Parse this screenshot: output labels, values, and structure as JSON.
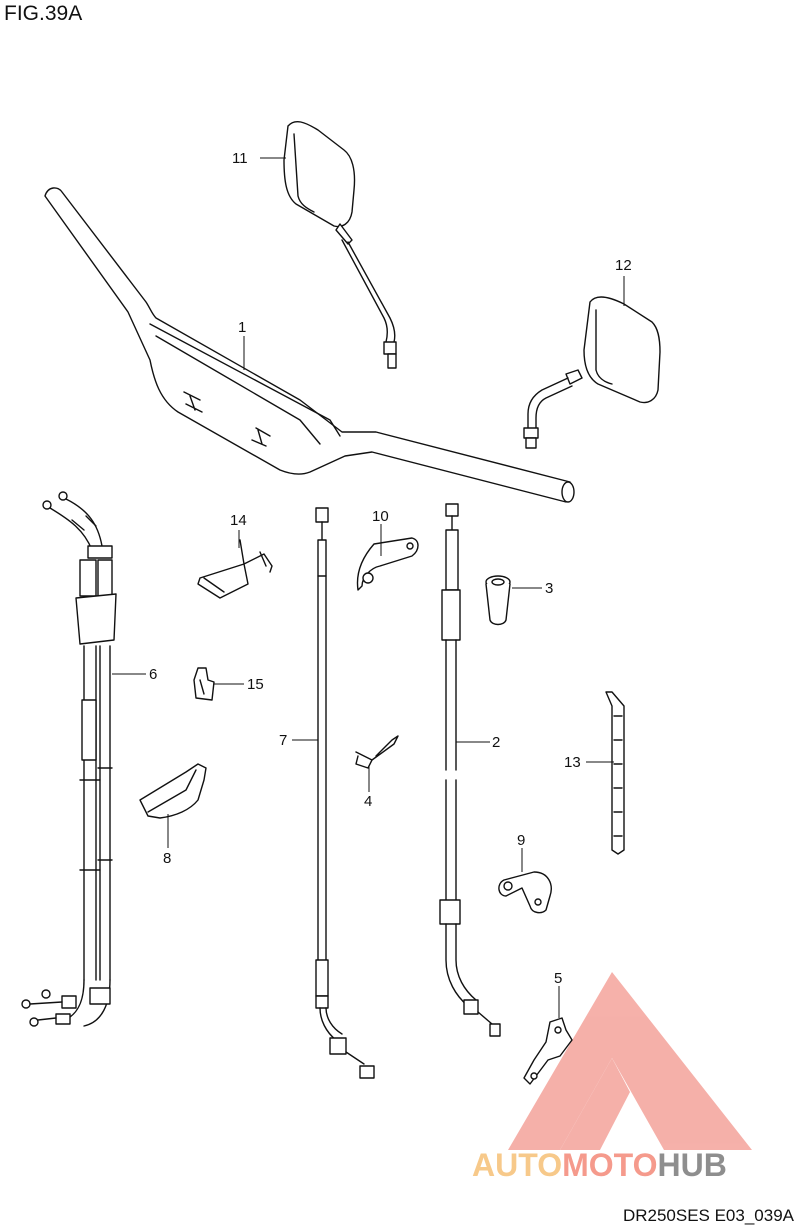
{
  "figure": {
    "title": "FIG.39A",
    "code": "DR250SES E03_039A"
  },
  "callouts": {
    "c1": "1",
    "c2": "2",
    "c3": "3",
    "c4": "4",
    "c5": "5",
    "c6": "6",
    "c7": "7",
    "c8": "8",
    "c9": "9",
    "c10": "10",
    "c11": "11",
    "c12": "12",
    "c13": "13",
    "c14": "14",
    "c15": "15"
  },
  "watermark": {
    "part1": "AUTO",
    "part2": "MOTO",
    "part3": "HUB",
    "colors": {
      "auto": "#f7c98a",
      "moto": "#f59a8c",
      "hub": "#8e8e8e",
      "logo": "#f4a39b"
    }
  }
}
